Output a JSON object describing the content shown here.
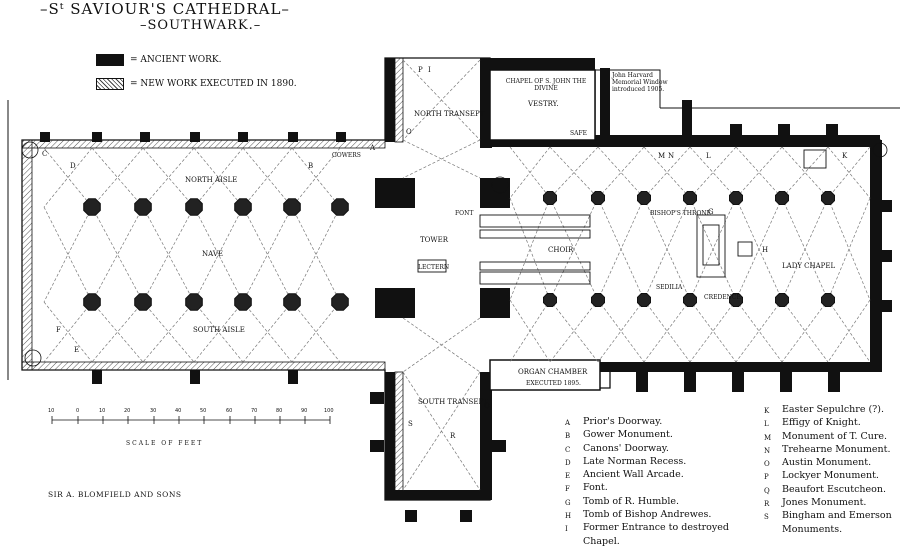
{
  "title": "–Sᵗ SAVIOUR'S CATHEDRAL–",
  "subtitle": "–SOUTHWARK.–",
  "legend": {
    "ancient": "= ANCIENT WORK.",
    "new_work": "= NEW WORK EXECUTED IN 1890."
  },
  "colors": {
    "ancient_work": "#111111",
    "new_work_hatch": "#444444"
  },
  "labels": {
    "north_aisle": "NORTH AISLE",
    "nave": "NAVE",
    "south_aisle": "SOUTH AISLE",
    "north_transept": "NORTH TRANSEPT",
    "south_transept": "SOUTH TRANSEPT",
    "tower": "TOWER",
    "choir": "CHOIR",
    "lady_chapel": "LADY CHAPEL",
    "chapel": "CHAPEL OF S. JOHN THE DIVINE",
    "vestry": "VESTRY.",
    "harvard": "John Harvard Memorial Window introduced 1905.",
    "organ": "ORGAN CHAMBER",
    "organ_date": "EXECUTED 1895.",
    "gowers": "GOWERS",
    "safe": "SAFE",
    "lectern": "LECTERN",
    "font_small": "FONT",
    "bishops_throne": "BISHOP'S THRONE",
    "sedilia": "SEDILIA",
    "credence": "CREDENCE"
  },
  "plan_letters": {
    "A": "A",
    "B": "B",
    "C": "C",
    "D": "D",
    "E": "E",
    "F": "F",
    "G": "G",
    "H": "H",
    "I": "I",
    "K": "K",
    "L": "L",
    "M": "M",
    "N": "N",
    "O": "O",
    "P": "P",
    "Q": "Q",
    "R": "R",
    "S": "S"
  },
  "scale": {
    "label": "SCALE OF FEET",
    "ticks": [
      "10",
      "0",
      "10",
      "20",
      "30",
      "40",
      "50",
      "60",
      "70",
      "80",
      "90",
      "100"
    ]
  },
  "credit": "SIR A. BLOMFIELD AND SONS",
  "key_col1": [
    {
      "letter": "A",
      "text": "Prior's Doorway."
    },
    {
      "letter": "B",
      "text": "Gower Monument."
    },
    {
      "letter": "C",
      "text": "Canons' Doorway."
    },
    {
      "letter": "D",
      "text": "Late Norman Recess."
    },
    {
      "letter": "E",
      "text": "Ancient Wall Arcade."
    },
    {
      "letter": "F",
      "text": "Font."
    },
    {
      "letter": "G",
      "text": "Tomb of R. Humble."
    },
    {
      "letter": "H",
      "text": "Tomb of Bishop Andrewes."
    },
    {
      "letter": "I",
      "text": "Former Entrance to destroyed"
    },
    {
      "letter": "",
      "text": "Chapel."
    }
  ],
  "key_col2": [
    {
      "letter": "K",
      "text": "Easter Sepulchre (?)."
    },
    {
      "letter": "L",
      "text": "Effigy of Knight."
    },
    {
      "letter": "M",
      "text": "Monument of T. Cure."
    },
    {
      "letter": "N",
      "text": "Trehearne Monument."
    },
    {
      "letter": "O",
      "text": "Austin Monument."
    },
    {
      "letter": "P",
      "text": "Lockyer Monument."
    },
    {
      "letter": "Q",
      "text": "Beaufort Escutcheon."
    },
    {
      "letter": "R",
      "text": "Jones Monument."
    },
    {
      "letter": "S",
      "text": "Bingham and Emerson"
    },
    {
      "letter": "",
      "text": "Monuments."
    }
  ]
}
